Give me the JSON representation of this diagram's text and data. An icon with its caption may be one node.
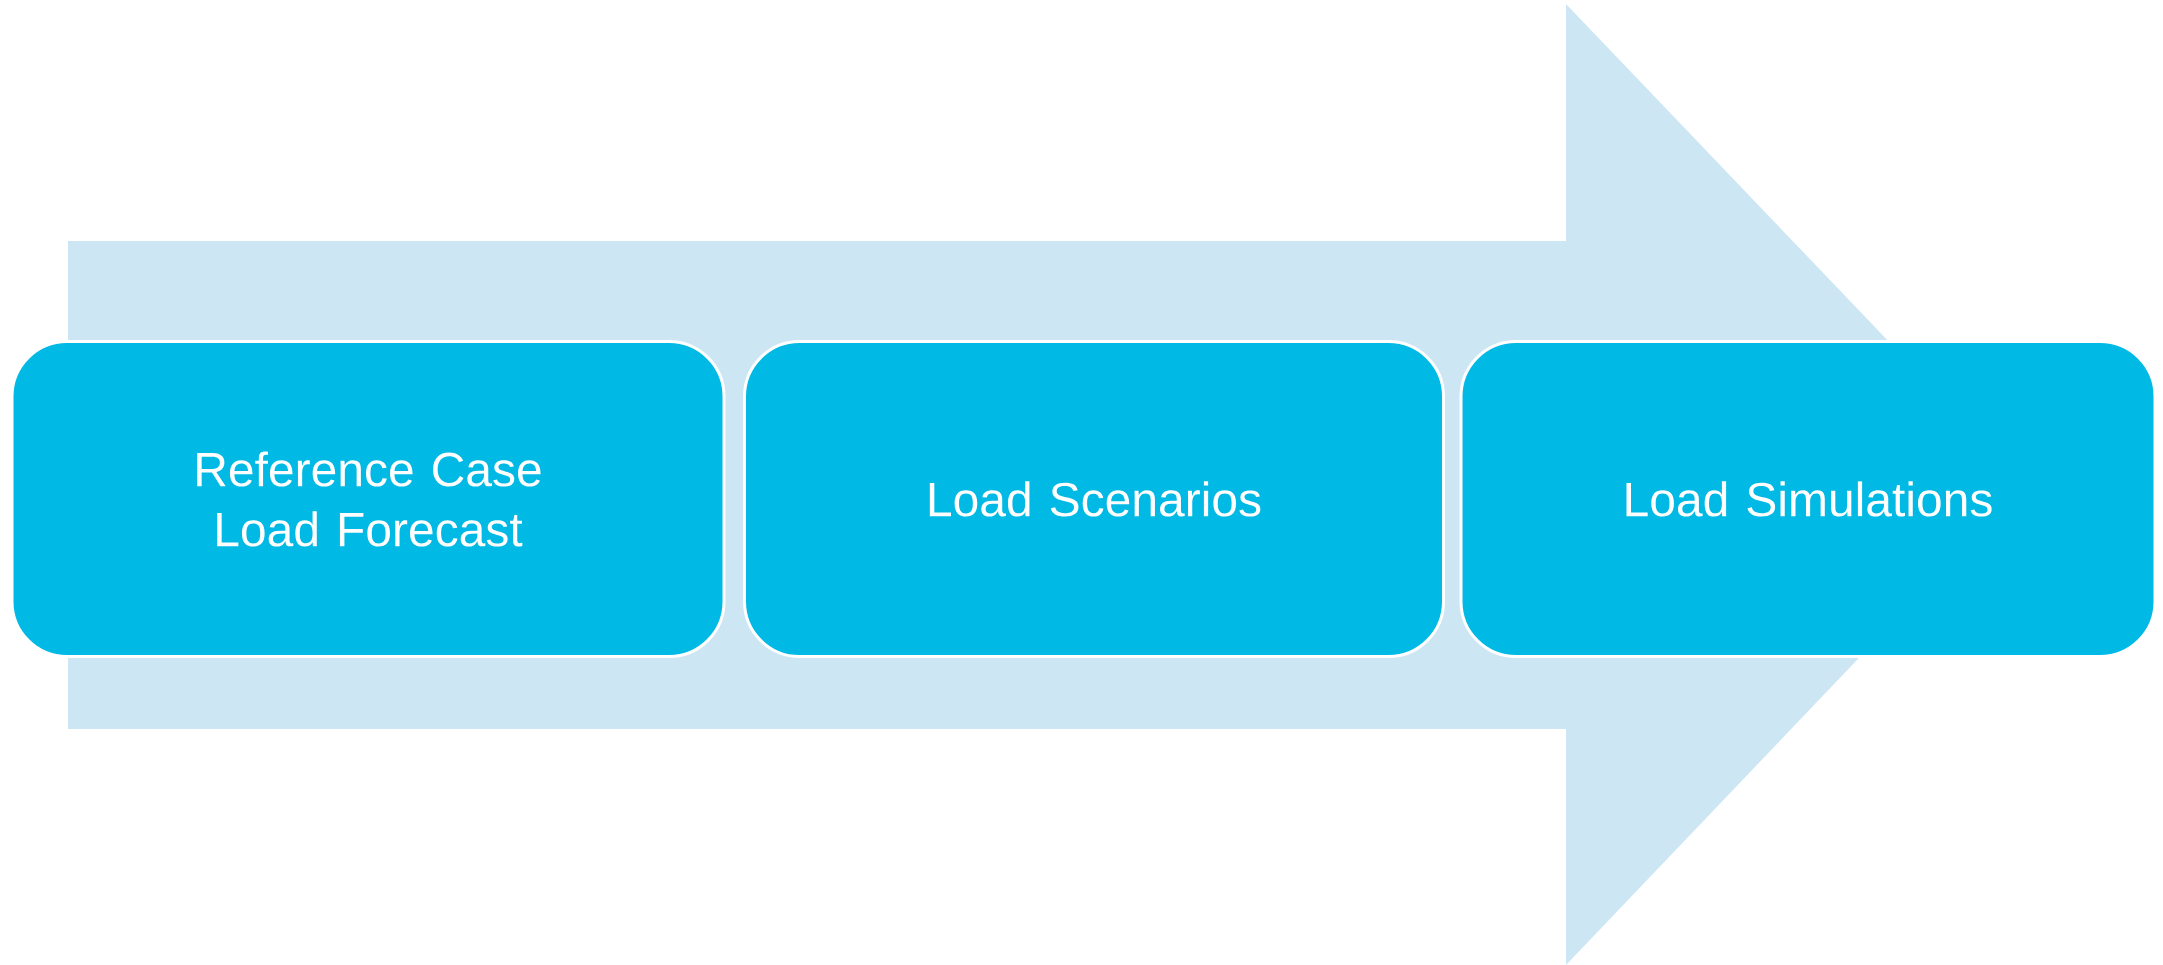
{
  "diagram": {
    "nodes": [
      {
        "text": [
          "Reference Case Load Forecast"
        ]
      },
      {
        "text": [
          "Load Scenarios"
        ]
      },
      {
        "text": [
          "Load Simulations"
        ]
      }
    ],
    "edges": [
      {
        "from": 0,
        "to": 2,
        "arrow": "to"
      }
    ]
  }
}
